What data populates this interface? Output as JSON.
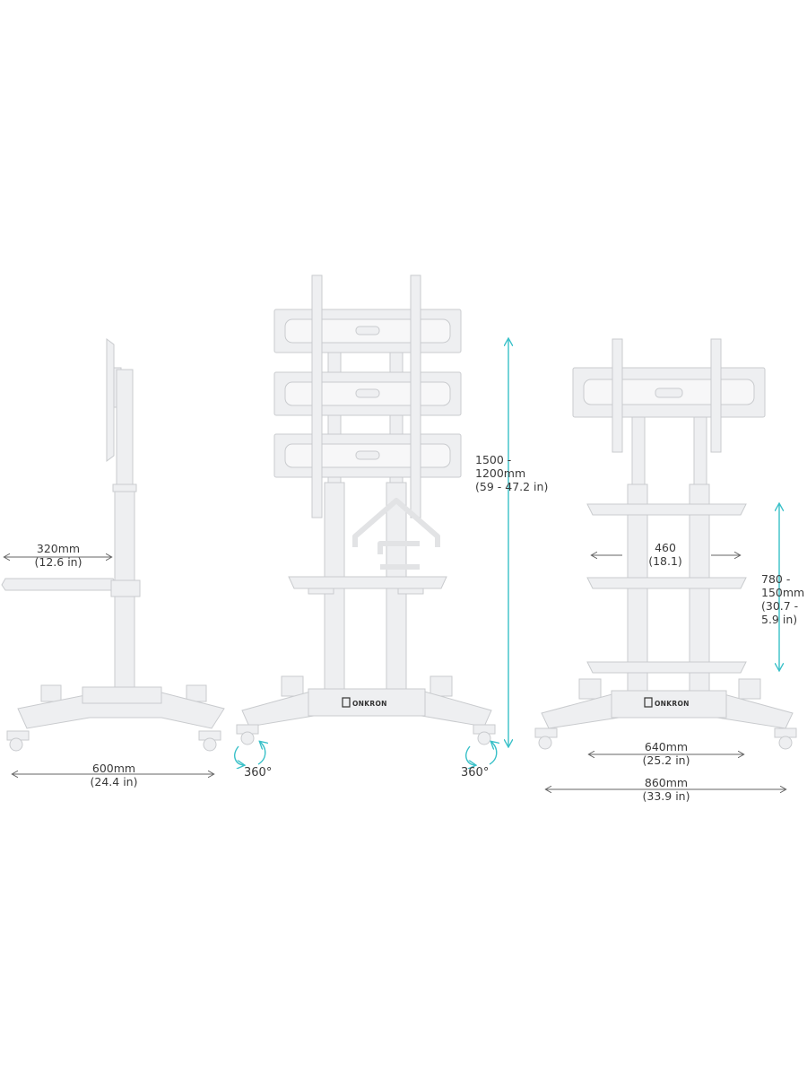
{
  "brand": "ONKRON",
  "colors": {
    "accent": "#38c0c8",
    "metal": "#e6e7e9",
    "outline": "#c9cbce",
    "text": "#3a3a3a",
    "arrow": "#666666"
  },
  "side_view": {
    "shelf_depth": {
      "mm": "320mm",
      "in": "(12.6 in)"
    },
    "base_depth": {
      "mm": "600mm",
      "in": "(24.4 in)"
    }
  },
  "front_view": {
    "height_range": {
      "mm_line1": "1500 -",
      "mm_line2": "1200mm",
      "in": "(59 - 47.2 in)"
    },
    "rotation_left": "360°",
    "rotation_right": "360°"
  },
  "back_view": {
    "shelf_width": {
      "mm": "460",
      "in": "(18.1)"
    },
    "shelf_range": {
      "line1": "780 -",
      "line2": "150mm",
      "line3": "(30.7 -",
      "line4": "5.9 in)"
    },
    "base_inner": {
      "mm": "640mm",
      "in": "(25.2 in)"
    },
    "base_outer": {
      "mm": "860mm",
      "in": "(33.9 in)"
    }
  }
}
